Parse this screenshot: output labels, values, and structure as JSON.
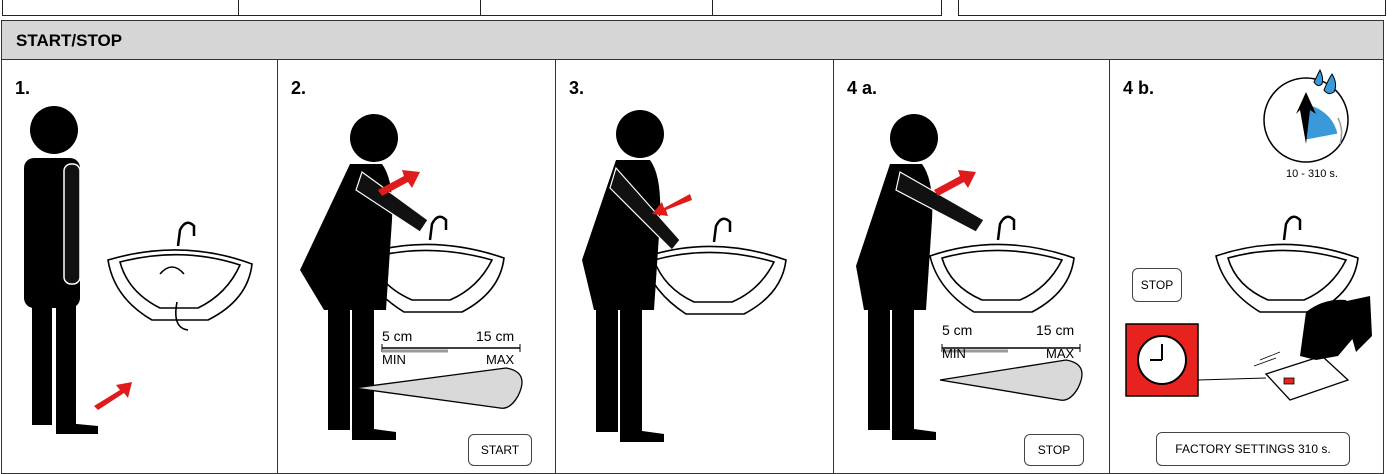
{
  "header": {
    "title": "START/STOP"
  },
  "panels": [
    {
      "step": "1."
    },
    {
      "step": "2.",
      "scale": {
        "min_cm": "5 cm",
        "max_cm": "15 cm",
        "min": "MIN",
        "max": "MAX"
      },
      "button": "START"
    },
    {
      "step": "3."
    },
    {
      "step": "4 a.",
      "scale": {
        "min_cm": "5 cm",
        "max_cm": "15 cm",
        "min": "MIN",
        "max": "MAX"
      },
      "button": "STOP"
    },
    {
      "step": "4 b.",
      "time_range": "10 - 310 s.",
      "stop_button": "STOP",
      "factory": "FACTORY SETTINGS 310 s."
    }
  ],
  "colors": {
    "arrow": "#e01b1b",
    "blue": "#3a9ad9",
    "red_box": "#e8231f",
    "header": "#d6d6d6"
  }
}
